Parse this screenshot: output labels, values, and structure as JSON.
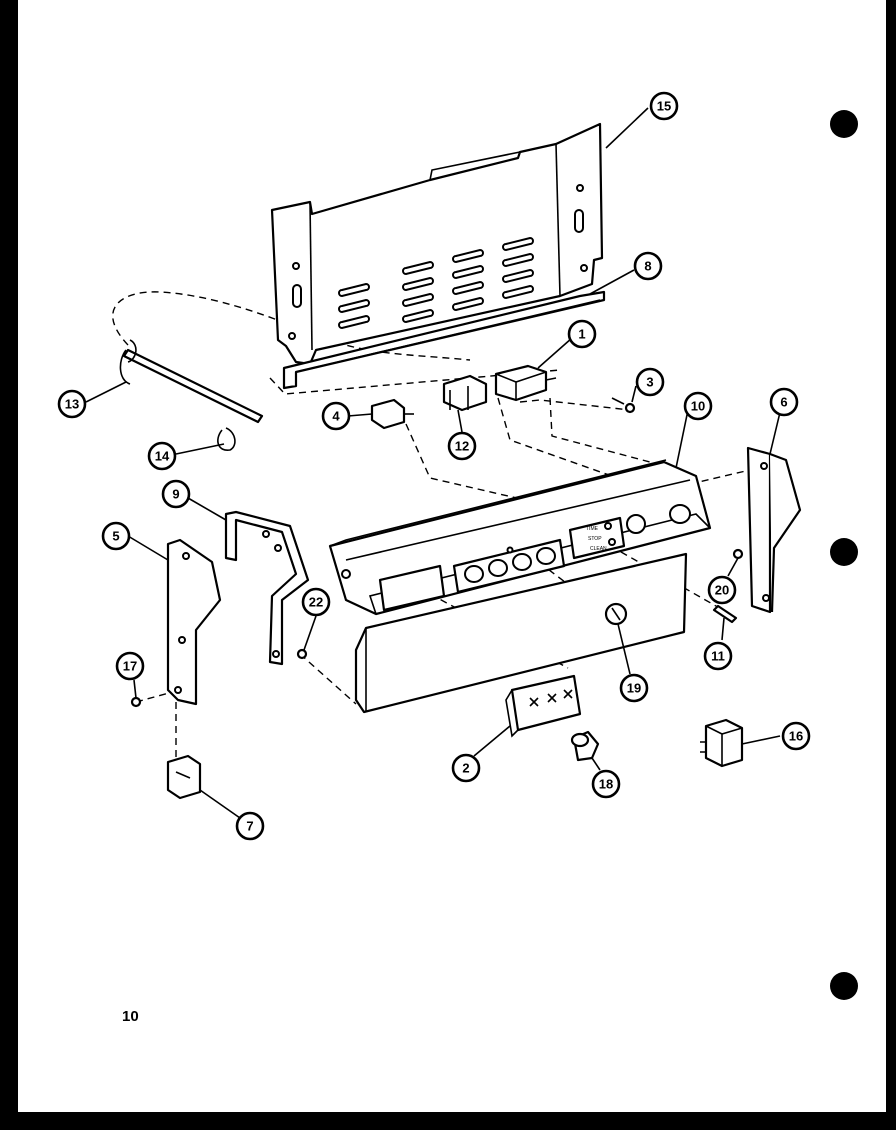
{
  "page_number": "10",
  "callouts": [
    "15",
    "8",
    "1",
    "3",
    "10",
    "6",
    "13",
    "4",
    "12",
    "14",
    "9",
    "5",
    "22",
    "17",
    "7",
    "2",
    "18",
    "19",
    "20",
    "11",
    "16"
  ],
  "panel_labels": [
    "TIME",
    "STOP",
    "CLEAN"
  ]
}
